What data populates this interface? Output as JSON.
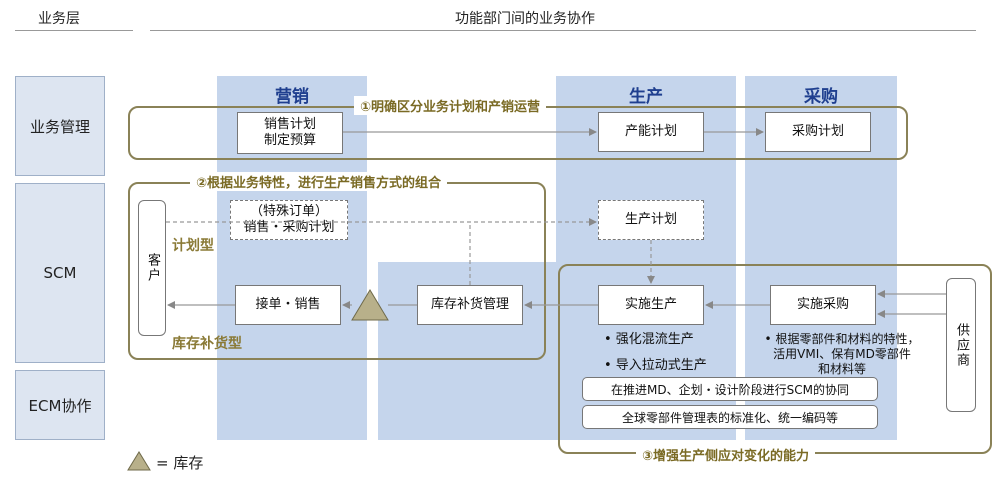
{
  "header": {
    "left_title": "业务层",
    "right_title": "功能部门间的业务协作"
  },
  "rows": {
    "business": "业务管理",
    "scm": "SCM",
    "ecm": "ECM协作"
  },
  "columns": {
    "marketing": "营销",
    "production": "生产",
    "purchasing": "采购"
  },
  "groups": {
    "g1": "①明确区分业务计划和产销运营",
    "g2": "②根据业务特性，进行生产销售方式的组合",
    "g3": "③增强生产侧应对变化的能力"
  },
  "boxes": {
    "sales_plan": "销售计划\n制定预算",
    "capacity_plan": "产能计划",
    "purchase_plan": "采购计划",
    "special_order": "（特殊订单）\n销售・采购计划",
    "production_plan": "生产计划",
    "customer": "客户",
    "order_sales": "接单・销售",
    "inventory_mgmt": "库存补货管理",
    "execute_production": "实施生产",
    "execute_purchase": "实施采购",
    "supplier": "供应商"
  },
  "labels": {
    "plan_type": "计划型",
    "inventory_type": "库存补货型"
  },
  "notes": {
    "prod_bullet1": "• 强化混流生产",
    "prod_bullet2": "• 导入拉动式生产",
    "purch_bullet": "• 根据零部件和材料的特性，\n活用VMI、保有MD零部件\n和材料等",
    "md_coop": "在推进MD、企划・设计阶段进行SCM的协同",
    "parts_std": "全球零部件管理表的标准化、统一编码等"
  },
  "legend": {
    "text": "= 库存"
  },
  "colors": {
    "column_fill": "#c5d5ec",
    "row_label_fill": "#dde5f1",
    "group_border": "#8a8257",
    "header_text": "#1f3f8f",
    "triangle": "#b8b08a"
  }
}
